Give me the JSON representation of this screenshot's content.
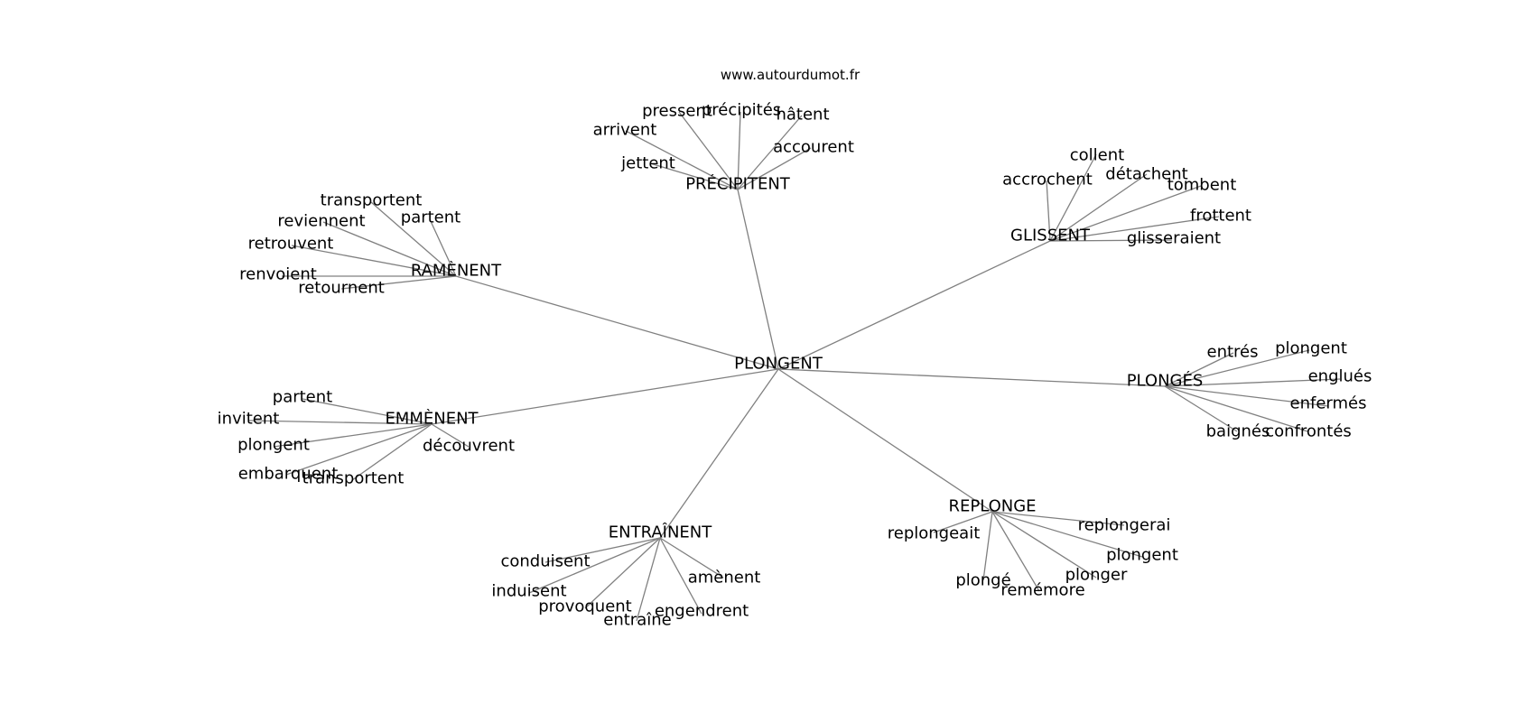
{
  "source_text": "www.autourdumot.fr",
  "graph": {
    "center": "PLONGENT",
    "hubs": [
      {
        "label": "PRÉCIPITENT",
        "leaves": [
          "pressent",
          "précipités",
          "hâtent",
          "arrivent",
          "accourent",
          "jettent"
        ]
      },
      {
        "label": "GLISSENT",
        "leaves": [
          "collent",
          "accrochent",
          "détachent",
          "tombent",
          "frottent",
          "glisseraient"
        ]
      },
      {
        "label": "RAMÈNENT",
        "leaves": [
          "transportent",
          "reviennent",
          "partent",
          "retrouvent",
          "renvoient",
          "retournent"
        ]
      },
      {
        "label": "PLONGÉS",
        "leaves": [
          "entrés",
          "plongent",
          "englués",
          "enfermés",
          "baignés",
          "confrontés"
        ]
      },
      {
        "label": "EMMÈNENT",
        "leaves": [
          "partent",
          "invitent",
          "plongent",
          "découvrent",
          "embarquent",
          "transportent"
        ]
      },
      {
        "label": "REPLONGE",
        "leaves": [
          "replongerai",
          "replongeait",
          "plongent",
          "plonger",
          "plongé",
          "remémore"
        ]
      },
      {
        "label": "ENTRAÎNENT",
        "leaves": [
          "conduisent",
          "amènent",
          "induisent",
          "provoquent",
          "engendrent",
          "entraîne"
        ]
      }
    ]
  }
}
